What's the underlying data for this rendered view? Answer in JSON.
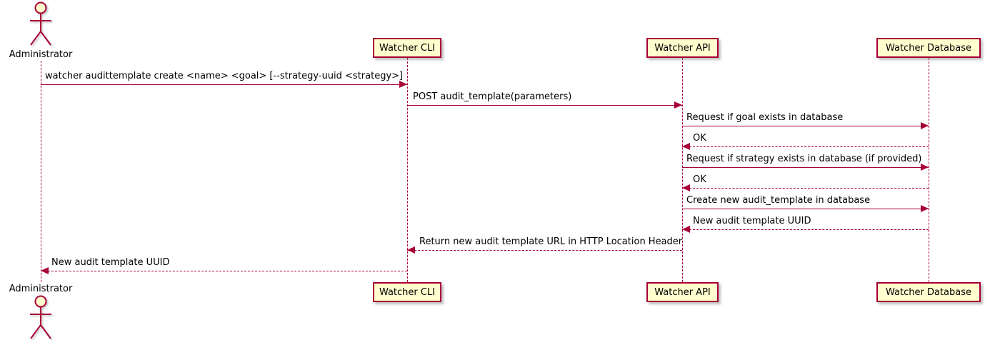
{
  "diagram": {
    "type": "sequence",
    "colors": {
      "accent": "#A80036",
      "fill": "#FEFECE",
      "text": "#000000",
      "background": "#FFFFFF"
    },
    "participants": [
      {
        "name": "Administrator",
        "type": "actor"
      },
      {
        "name": "Watcher CLI",
        "type": "box"
      },
      {
        "name": "Watcher API",
        "type": "box"
      },
      {
        "name": "Watcher Database",
        "type": "box"
      }
    ],
    "messages": [
      {
        "from": "Administrator",
        "to": "Watcher CLI",
        "label": "watcher audittemplate create <name> <goal> [--strategy-uuid <strategy>]",
        "style": "solid"
      },
      {
        "from": "Watcher CLI",
        "to": "Watcher API",
        "label": "POST audit_template(parameters)",
        "style": "solid"
      },
      {
        "from": "Watcher API",
        "to": "Watcher Database",
        "label": "Request if goal exists in database",
        "style": "solid"
      },
      {
        "from": "Watcher Database",
        "to": "Watcher API",
        "label": "OK",
        "style": "dashed"
      },
      {
        "from": "Watcher API",
        "to": "Watcher Database",
        "label": "Request if strategy exists in database (if provided)",
        "style": "solid"
      },
      {
        "from": "Watcher Database",
        "to": "Watcher API",
        "label": "OK",
        "style": "dashed"
      },
      {
        "from": "Watcher API",
        "to": "Watcher Database",
        "label": "Create new audit_template in database",
        "style": "solid"
      },
      {
        "from": "Watcher Database",
        "to": "Watcher API",
        "label": "New audit template UUID",
        "style": "dashed"
      },
      {
        "from": "Watcher API",
        "to": "Watcher CLI",
        "label": "Return new audit template URL in HTTP Location Header",
        "style": "dashed"
      },
      {
        "from": "Watcher CLI",
        "to": "Administrator",
        "label": "New audit template UUID",
        "style": "dashed"
      }
    ]
  }
}
